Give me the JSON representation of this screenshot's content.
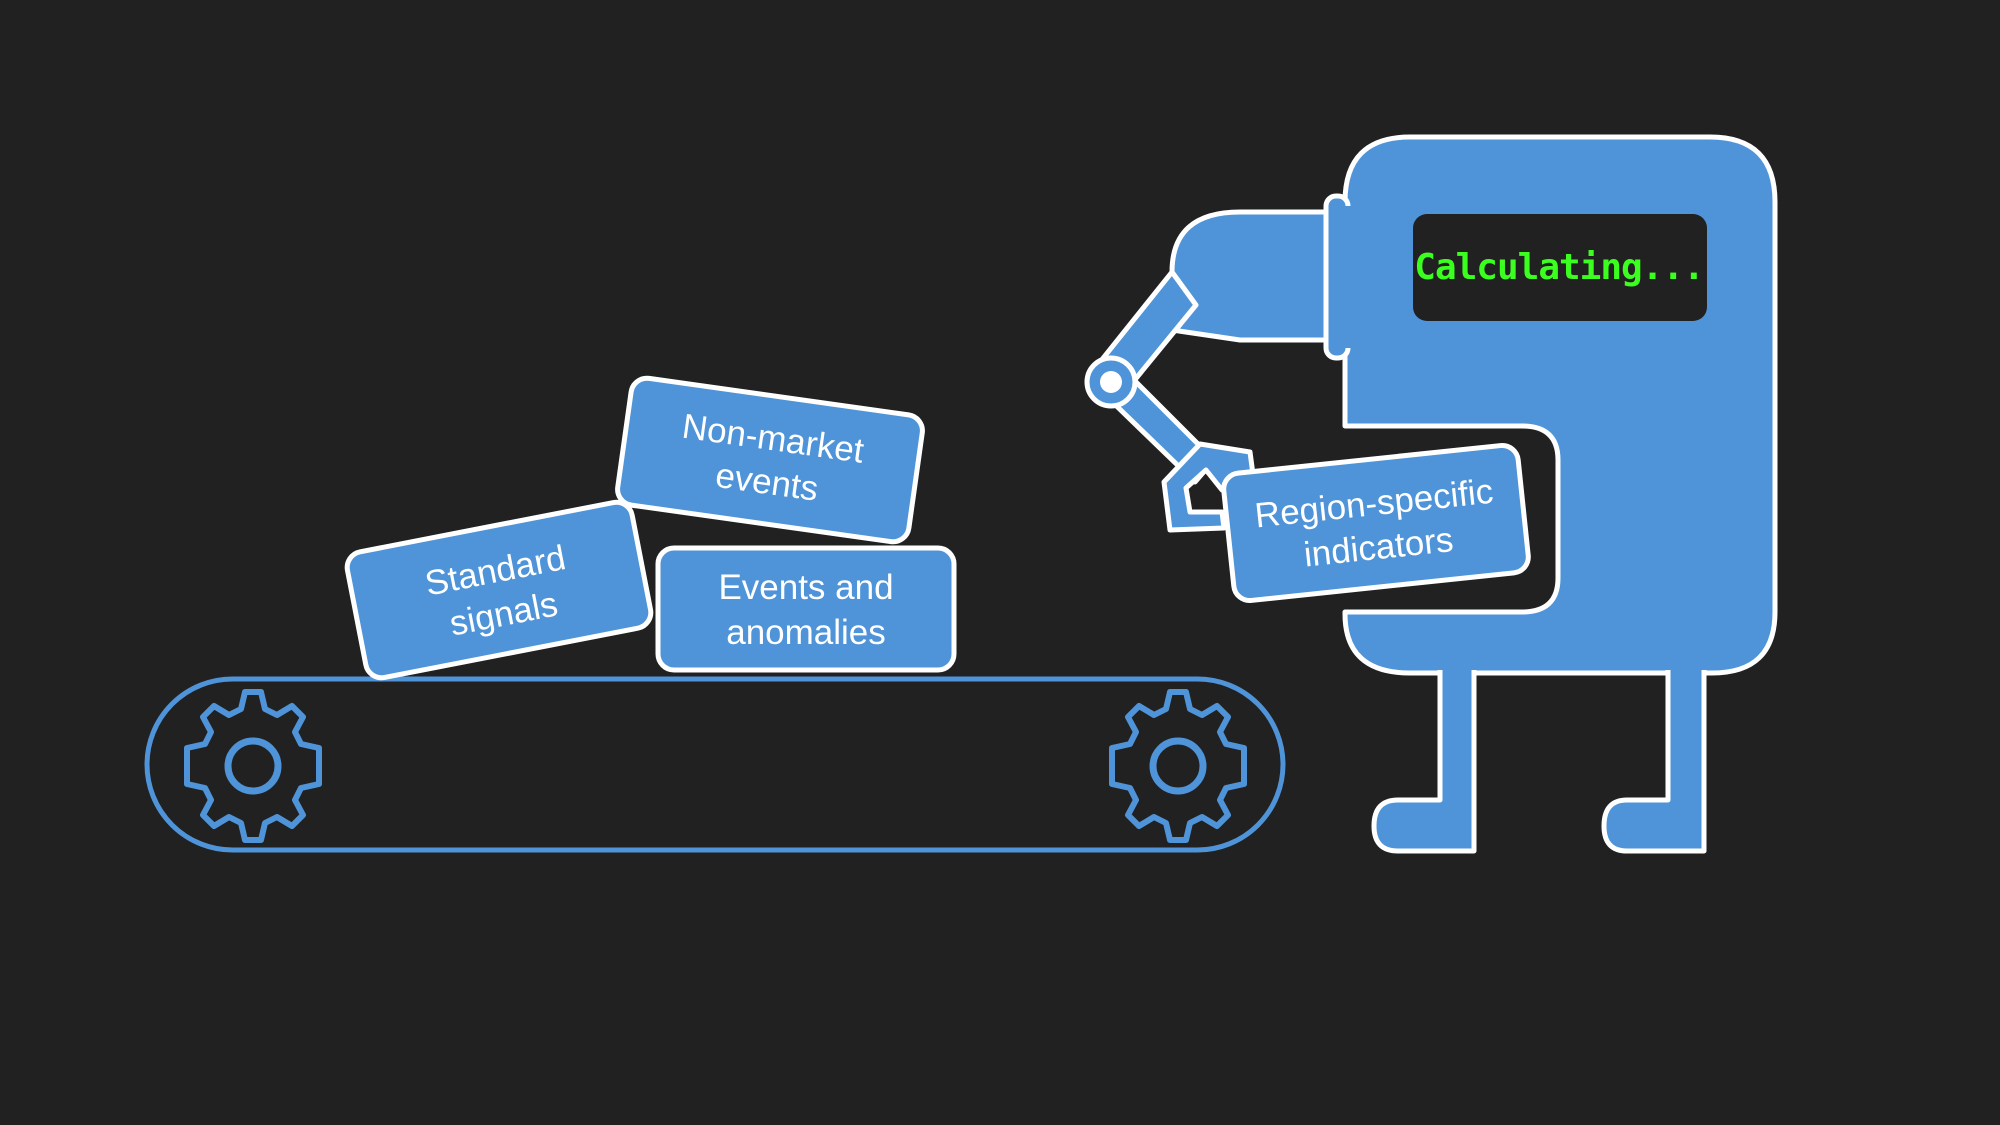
{
  "colors": {
    "background": "#212121",
    "accent_blue": "#4f94d9",
    "outline": "#ffffff",
    "screen_bg": "#212121",
    "screen_text": "#3bff1e"
  },
  "robot": {
    "screen_text": "Calculating..."
  },
  "boxes": {
    "standard_signals": {
      "line1": "Standard",
      "line2": "signals"
    },
    "non_market_events": {
      "line1": "Non-market",
      "line2": "events"
    },
    "events_anomalies": {
      "line1": "Events and",
      "line2": "anomalies"
    },
    "region_specific": {
      "line1": "Region-specific",
      "line2": "indicators"
    }
  },
  "icons": [
    "gear-icon",
    "gear-icon"
  ]
}
